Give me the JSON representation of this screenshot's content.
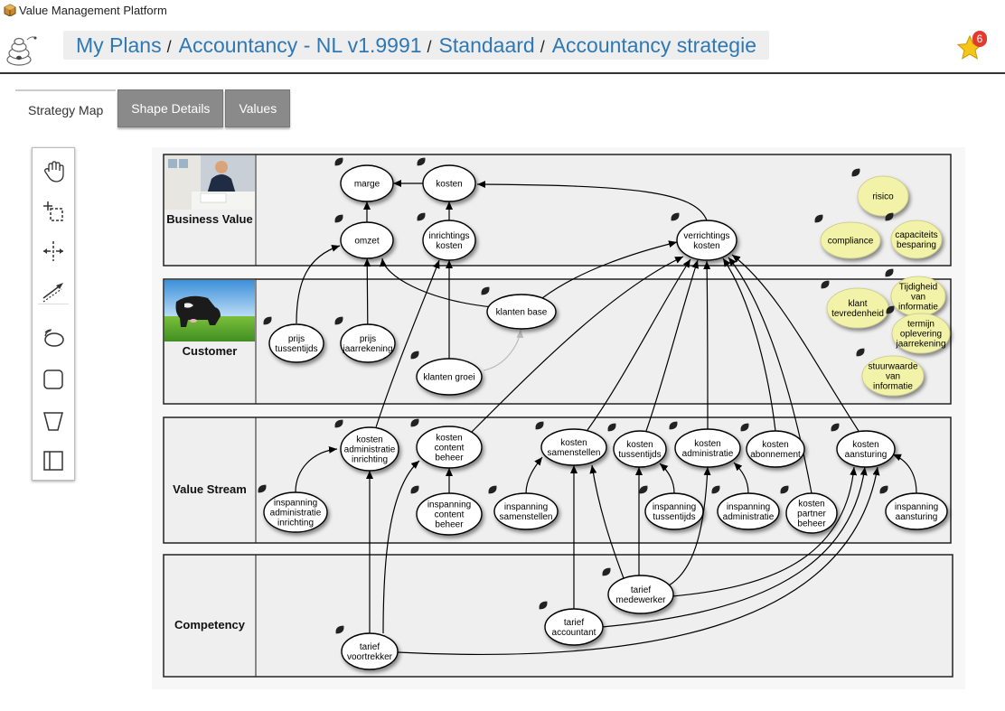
{
  "window": {
    "title": "Value Management Platform"
  },
  "breadcrumb": [
    "My Plans",
    "Accountancy - NL v1.9991",
    "Standaard",
    "Accountancy strategie"
  ],
  "breadcrumb_separator": "/",
  "notifications": {
    "count": "6"
  },
  "tabs": [
    "Strategy Map",
    "Shape Details",
    "Values"
  ],
  "active_tab": "Strategy Map",
  "toolbar_tools": [
    "hand-icon",
    "select-area-icon",
    "split-icon",
    "connector-icon",
    "ellipse-icon",
    "rounded-rect-icon",
    "trapezoid-icon",
    "lane-icon"
  ],
  "lanes": [
    {
      "name": "Business Value",
      "image": "businessman-photo"
    },
    {
      "name": "Customer",
      "image": "cow-meadow-photo"
    },
    {
      "name": "Value Stream"
    },
    {
      "name": "Competency"
    }
  ],
  "nodes": [
    {
      "id": "marge",
      "lines": [
        "marge"
      ]
    },
    {
      "id": "kosten",
      "lines": [
        "kosten"
      ]
    },
    {
      "id": "omzet",
      "lines": [
        "omzet"
      ]
    },
    {
      "id": "inr",
      "lines": [
        "inrichtings",
        "kosten"
      ]
    },
    {
      "id": "verr",
      "lines": [
        "verrichtings",
        "kosten"
      ]
    },
    {
      "id": "klantenbase",
      "lines": [
        "klanten base"
      ]
    },
    {
      "id": "prijstus",
      "lines": [
        "prijs",
        "tussentijds"
      ]
    },
    {
      "id": "prijsjaar",
      "lines": [
        "prijs",
        "jaarrekening"
      ]
    },
    {
      "id": "groei",
      "lines": [
        "klanten groei"
      ]
    },
    {
      "id": "kai",
      "lines": [
        "kosten",
        "administratie",
        "inrichting"
      ]
    },
    {
      "id": "kcb",
      "lines": [
        "kosten",
        "content",
        "beheer"
      ]
    },
    {
      "id": "ksam",
      "lines": [
        "kosten",
        "samenstellen"
      ]
    },
    {
      "id": "ktus",
      "lines": [
        "kosten",
        "tussentijds"
      ]
    },
    {
      "id": "kadm",
      "lines": [
        "kosten",
        "administratie"
      ]
    },
    {
      "id": "kabo",
      "lines": [
        "kosten",
        "abonnement"
      ]
    },
    {
      "id": "kaan",
      "lines": [
        "kosten",
        "aansturing"
      ]
    },
    {
      "id": "iai",
      "lines": [
        "inspanning",
        "administratie",
        "inrichting"
      ]
    },
    {
      "id": "icb",
      "lines": [
        "inspanning",
        "content",
        "beheer"
      ]
    },
    {
      "id": "isam",
      "lines": [
        "inspanning",
        "samenstellen"
      ]
    },
    {
      "id": "itus",
      "lines": [
        "inspanning",
        "tussentijds"
      ]
    },
    {
      "id": "iadm",
      "lines": [
        "inspanning",
        "administratie"
      ]
    },
    {
      "id": "kpb",
      "lines": [
        "kosten",
        "partner",
        "beheer"
      ]
    },
    {
      "id": "iaan",
      "lines": [
        "inspanning",
        "aansturing"
      ]
    },
    {
      "id": "tmed",
      "lines": [
        "tarief",
        "medewerker"
      ]
    },
    {
      "id": "tacc",
      "lines": [
        "tarief",
        "accountant"
      ]
    },
    {
      "id": "tvoor",
      "lines": [
        "tarief",
        "voortrekker"
      ]
    }
  ],
  "side_nodes": [
    {
      "id": "risico",
      "lines": [
        "risico"
      ]
    },
    {
      "id": "compliance",
      "lines": [
        "compliance"
      ]
    },
    {
      "id": "capaciteit",
      "lines": [
        "capaciteits",
        "besparing"
      ]
    },
    {
      "id": "tevreden",
      "lines": [
        "klant",
        "tevredenheid"
      ]
    },
    {
      "id": "tijdigheid",
      "lines": [
        "Tijdigheid",
        "van",
        "informatie"
      ]
    },
    {
      "id": "termijn",
      "lines": [
        "termijn",
        "oplevering",
        "jaarrekening"
      ]
    },
    {
      "id": "stuur",
      "lines": [
        "stuurwaarde",
        "van",
        "informatie"
      ]
    }
  ],
  "links": [
    [
      "kosten",
      "marge"
    ],
    [
      "omzet",
      "marge"
    ],
    [
      "inr",
      "kosten"
    ],
    [
      "verr",
      "kosten"
    ],
    [
      "prijstus",
      "omzet"
    ],
    [
      "prijsjaar",
      "omzet"
    ],
    [
      "klantenbase",
      "omzet"
    ],
    [
      "klantenbase",
      "verr"
    ],
    [
      "groei",
      "inr"
    ],
    [
      "groei",
      "klantenbase"
    ],
    [
      "kai",
      "inr"
    ],
    [
      "kcb",
      "verr"
    ],
    [
      "ksam",
      "verr"
    ],
    [
      "ktus",
      "verr"
    ],
    [
      "kadm",
      "verr"
    ],
    [
      "kabo",
      "verr"
    ],
    [
      "kaan",
      "verr"
    ],
    [
      "kpb",
      "verr"
    ],
    [
      "iai",
      "kai"
    ],
    [
      "icb",
      "kcb"
    ],
    [
      "isam",
      "ksam"
    ],
    [
      "itus",
      "ktus"
    ],
    [
      "iadm",
      "kadm"
    ],
    [
      "iaan",
      "kaan"
    ],
    [
      "tmed",
      "ksam"
    ],
    [
      "tmed",
      "ktus"
    ],
    [
      "tmed",
      "kadm"
    ],
    [
      "tmed",
      "kaan"
    ],
    [
      "tacc",
      "ksam"
    ],
    [
      "tacc",
      "kaan"
    ],
    [
      "tvoor",
      "kai"
    ],
    [
      "tvoor",
      "kcb"
    ],
    [
      "tvoor",
      "kaan"
    ]
  ]
}
